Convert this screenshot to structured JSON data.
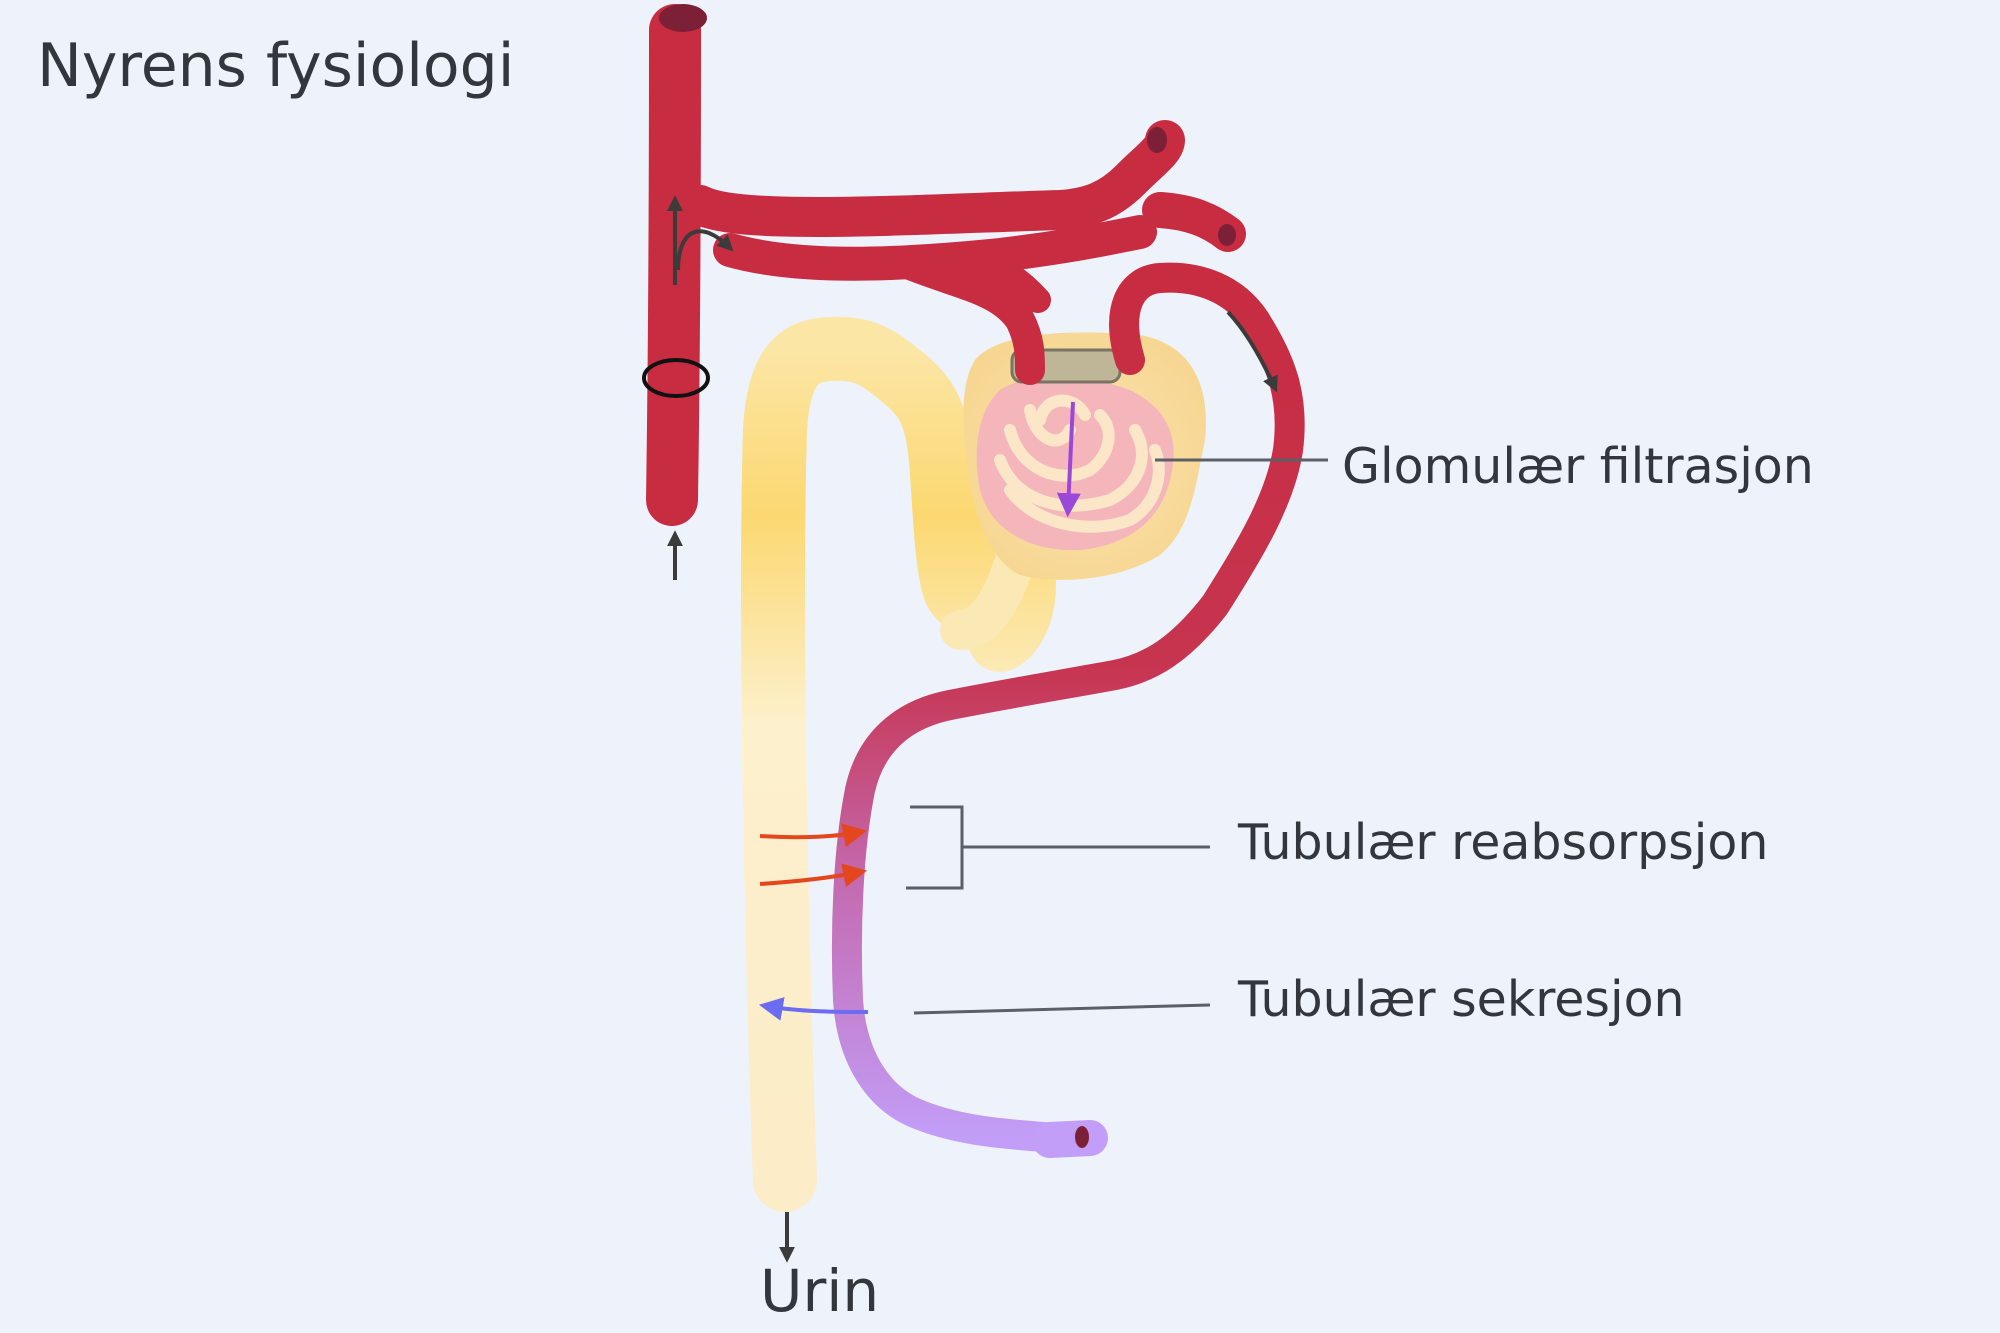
{
  "title": "Nyrens fysiologi",
  "labels": {
    "glomerular": "Glomulær filtrasjon",
    "reabsorption": "Tubulær reabsorpsjon",
    "secretion": "Tubulær sekresjon",
    "urine": "Urin"
  },
  "colors": {
    "background": "#edf2fb",
    "artery": "#c72c41",
    "vessel_dark_end": "#7c2037",
    "tubule": "#fbe9b5",
    "tubule_glow": "#fbd870",
    "capsule": "#f8dfa5",
    "glomerulus": "#f5b6bb",
    "capillary_start": "#c72c41",
    "capillary_end": "#c29ef8",
    "reabsorption_arrow": "#e4461e",
    "secretion_arrow": "#6b6cf0",
    "filtration_arrow": "#9b47d8",
    "leader_line": "#5b5f66",
    "text": "#33373d"
  }
}
